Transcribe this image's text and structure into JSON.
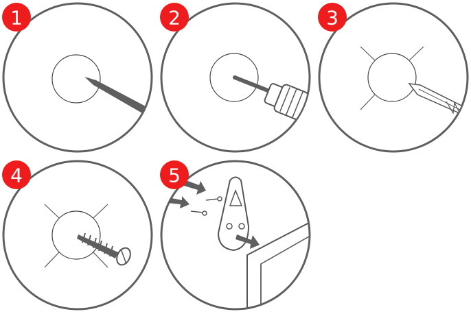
{
  "steps": [
    {
      "number": "1",
      "action": "pencil-mark"
    },
    {
      "number": "2",
      "action": "drill-hole"
    },
    {
      "number": "3",
      "action": "insert-plug"
    },
    {
      "number": "4",
      "action": "screw-in"
    },
    {
      "number": "5",
      "action": "hang-frame"
    }
  ],
  "colors": {
    "badge": "#ee1c1c",
    "stroke": "#5f5f5f"
  }
}
